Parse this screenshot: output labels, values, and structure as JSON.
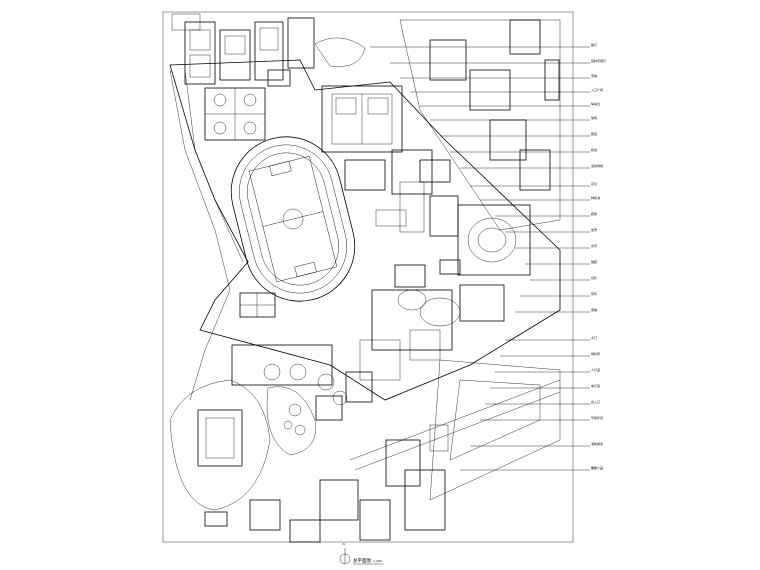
{
  "drawing": {
    "title": "总平面图",
    "scale": "1:400",
    "north_label": "N"
  },
  "callouts": [
    {
      "label": "路灯"
    },
    {
      "label": "园林景观灯"
    },
    {
      "label": "景墙"
    },
    {
      "label": "入口广场"
    },
    {
      "label": "停车位"
    },
    {
      "label": "球场"
    },
    {
      "label": "跑道"
    },
    {
      "label": "树池"
    },
    {
      "label": "活动场地"
    },
    {
      "label": "花坛"
    },
    {
      "label": "种植池"
    },
    {
      "label": "廊架"
    },
    {
      "label": "坐凳"
    },
    {
      "label": "水景"
    },
    {
      "label": "铺装"
    },
    {
      "label": "台阶"
    },
    {
      "label": "草坪"
    },
    {
      "label": "围墙"
    },
    {
      "label": "大门"
    },
    {
      "label": "绿化带"
    },
    {
      "label": "人行道"
    },
    {
      "label": "车行道"
    },
    {
      "label": "出入口"
    },
    {
      "label": "景观步道"
    },
    {
      "label": "消防通道"
    },
    {
      "label": "雕塑小品"
    }
  ]
}
